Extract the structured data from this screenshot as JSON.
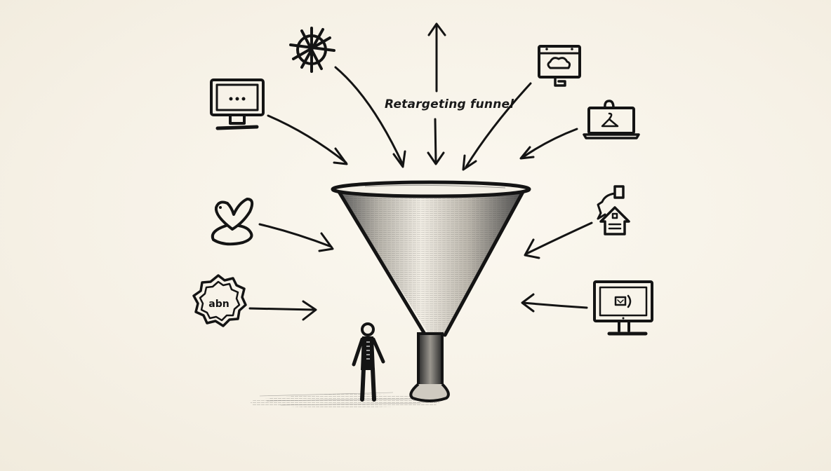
{
  "diagram": {
    "title": "Retargeting funnel",
    "center": {
      "label": "funnel",
      "icon": "funnel-icon"
    },
    "figure": {
      "label": "person",
      "icon": "person-icon"
    },
    "sources": [
      {
        "id": "monitor-chat",
        "icon": "monitor-dots-icon",
        "position": "upper-left",
        "arrow": "into-funnel"
      },
      {
        "id": "ships-wheel",
        "icon": "ships-wheel-icon",
        "position": "top-left",
        "arrow": "into-funnel"
      },
      {
        "id": "up-down",
        "icon": "vertical-arrow-icon",
        "position": "top-center",
        "arrow": "up-and-into-funnel"
      },
      {
        "id": "cloud-window",
        "icon": "cloud-browser-icon",
        "position": "top-right",
        "arrow": "into-funnel"
      },
      {
        "id": "laptop-hanger",
        "icon": "laptop-hanger-icon",
        "position": "upper-right",
        "arrow": "into-funnel"
      },
      {
        "id": "heart-pin",
        "icon": "heart-pin-icon",
        "position": "middle-left",
        "arrow": "into-funnel"
      },
      {
        "id": "house",
        "icon": "house-icon",
        "position": "middle-right",
        "arrow": "into-funnel"
      },
      {
        "id": "abn-badge",
        "icon": "abn-badge-icon",
        "label": "abn",
        "position": "lower-left",
        "arrow": "into-funnel"
      },
      {
        "id": "monitor-video",
        "icon": "monitor-video-icon",
        "position": "lower-right",
        "arrow": "into-funnel"
      }
    ]
  },
  "colors": {
    "background": "#f6f1e6",
    "ink": "#141414"
  }
}
